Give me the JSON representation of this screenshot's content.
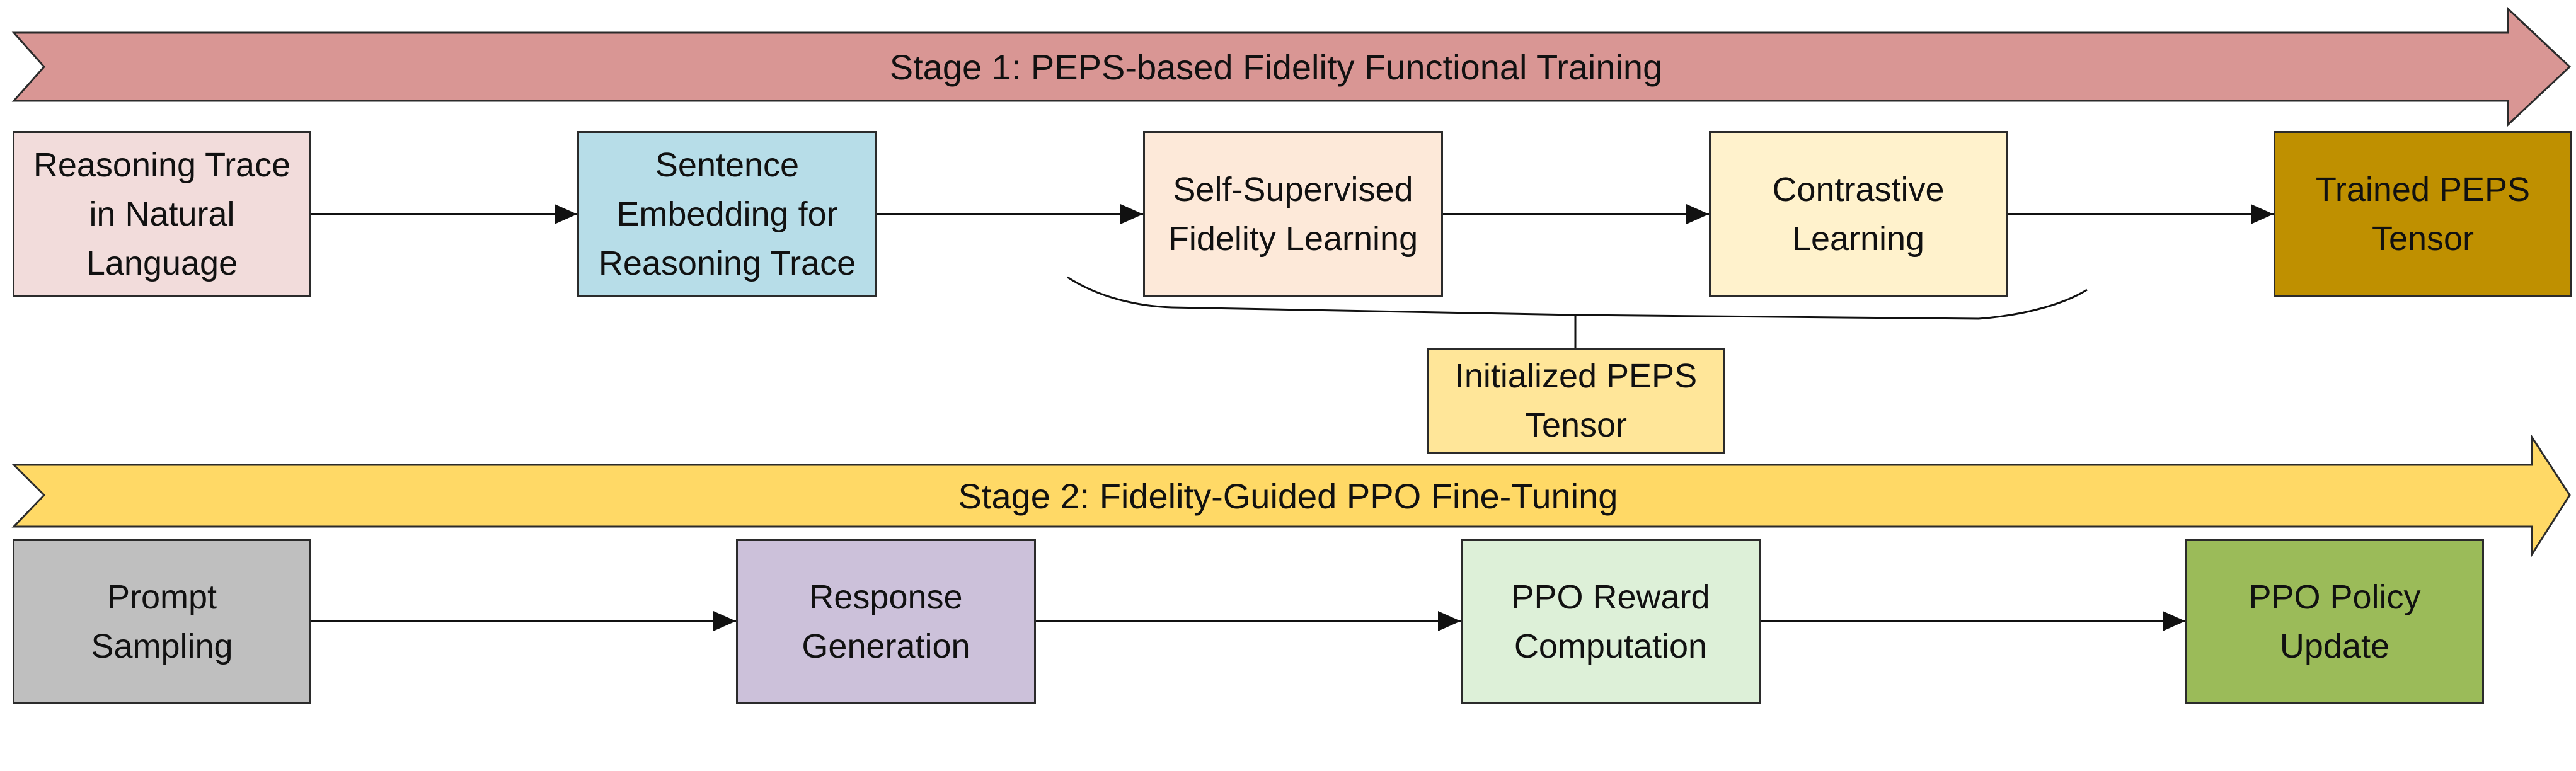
{
  "stage1": {
    "label": "Stage 1: PEPS-based Fidelity Functional Training",
    "color": "#d99694",
    "boxes": [
      {
        "text": "Reasoning Trace\nin Natural\nLanguage",
        "color": "#f2dcdb"
      },
      {
        "text": "Sentence\nEmbedding for\nReasoning Trace",
        "color": "#b7dde8"
      },
      {
        "text": "Self-Supervised\nFidelity Learning",
        "color": "#fde9d9"
      },
      {
        "text": "Contrastive\nLearning",
        "color": "#fff2cc"
      },
      {
        "text": "Trained PEPS\nTensor",
        "color": "#bf9000"
      }
    ]
  },
  "init": {
    "text": "Initialized PEPS\nTensor",
    "color": "#ffe699"
  },
  "stage2": {
    "label": "Stage 2: Fidelity-Guided PPO Fine-Tuning",
    "color": "#ffd966",
    "boxes": [
      {
        "text": "Prompt\nSampling",
        "color": "#bfbfbf"
      },
      {
        "text": "Response\nGeneration",
        "color": "#ccc1da"
      },
      {
        "text": "PPO Reward\nComputation",
        "color": "#ddf0d8"
      },
      {
        "text": "PPO Policy\nUpdate",
        "color": "#9bbb59"
      }
    ]
  }
}
